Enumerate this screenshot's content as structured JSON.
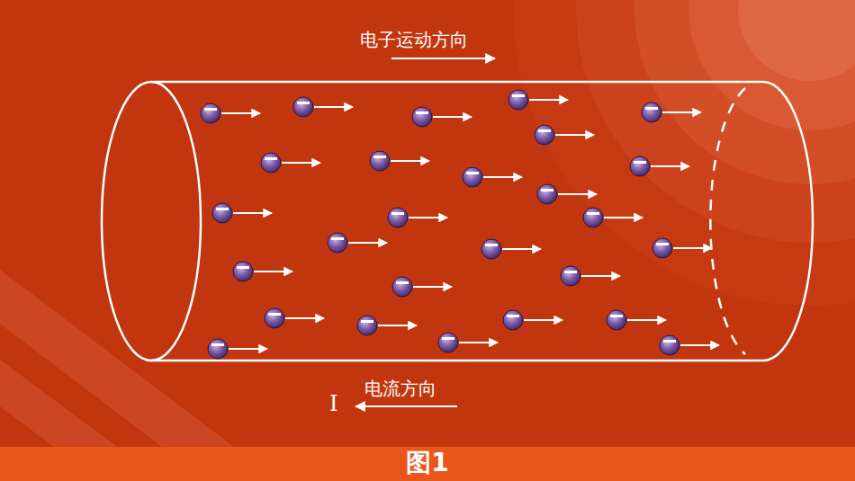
{
  "diagram": {
    "caption": "图1",
    "labels": [
      "电子运动方向",
      "电流方向",
      "I"
    ]
  }
}
